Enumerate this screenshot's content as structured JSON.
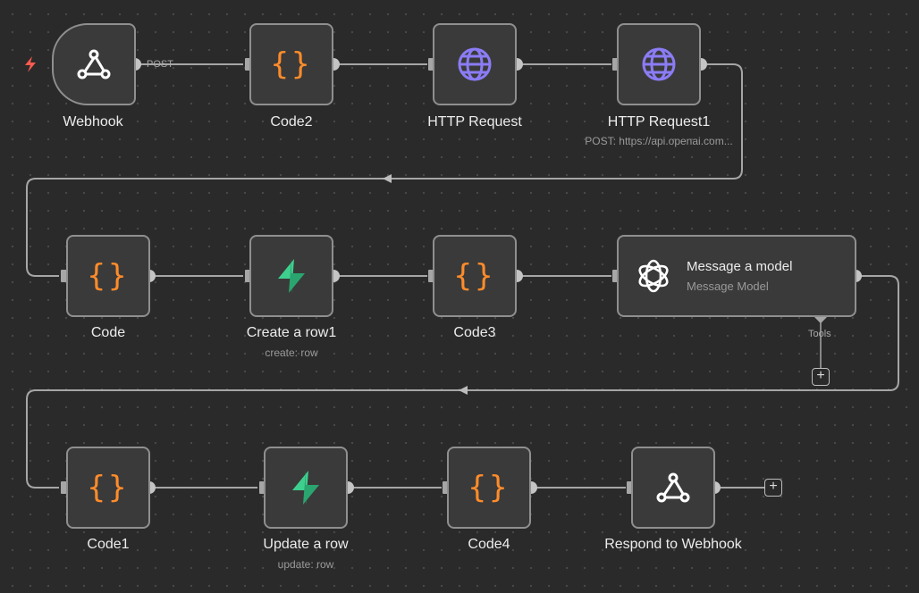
{
  "workflow": {
    "row1": {
      "webhook": {
        "label": "Webhook",
        "icon": "webhook-icon"
      },
      "post_label": "POST",
      "code2": {
        "label": "Code2",
        "icon": "code-braces-icon",
        "glyph": "{}"
      },
      "http_request": {
        "label": "HTTP Request",
        "icon": "globe-icon"
      },
      "http_request1": {
        "label": "HTTP Request1",
        "sub": "POST: https://api.openai.com...",
        "icon": "globe-icon"
      }
    },
    "row2": {
      "code": {
        "label": "Code",
        "icon": "code-braces-icon",
        "glyph": "{}"
      },
      "create_row1": {
        "label": "Create a row1",
        "sub": "create: row",
        "icon": "supabase-icon"
      },
      "code3": {
        "label": "Code3",
        "icon": "code-braces-icon",
        "glyph": "{}"
      },
      "message_model": {
        "title": "Message a model",
        "sub": "Message Model",
        "icon": "openai-icon"
      },
      "tools_label": "Tools",
      "tools_plus": "+"
    },
    "row3": {
      "code1": {
        "label": "Code1",
        "icon": "code-braces-icon",
        "glyph": "{}"
      },
      "update_row": {
        "label": "Update a row",
        "sub": "update: row",
        "icon": "supabase-icon"
      },
      "code4": {
        "label": "Code4",
        "icon": "code-braces-icon",
        "glyph": "{}"
      },
      "respond": {
        "label": "Respond to Webhook",
        "icon": "webhook-icon"
      },
      "end_plus": "+"
    }
  },
  "colors": {
    "canvas": "#2a2a2a",
    "node_bg": "#3a3a3a",
    "node_border": "#8f8f8f",
    "code_orange": "#ff8c2a",
    "http_purple": "#8b7cf6",
    "supabase_green": "#3ecf8e",
    "trigger_red": "#ff5a4f"
  }
}
